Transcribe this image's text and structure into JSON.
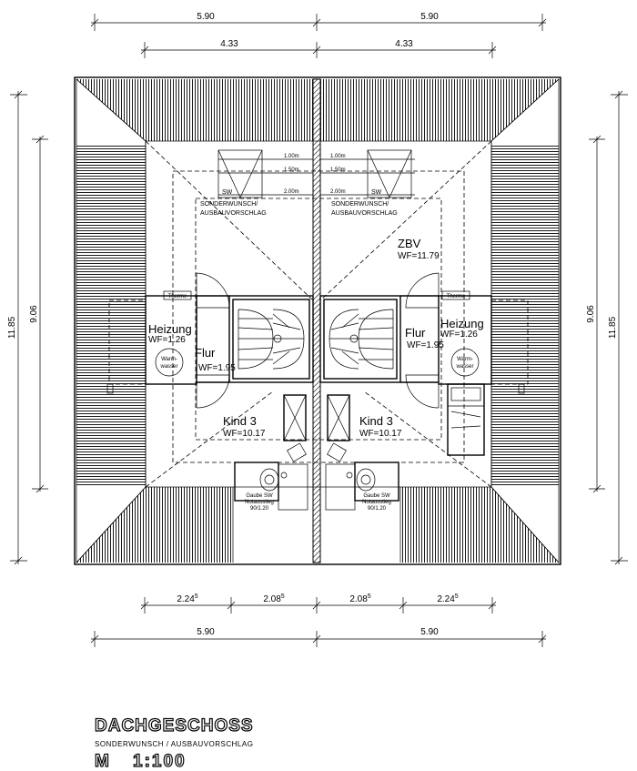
{
  "title": {
    "main": "DACHGESCHOSS",
    "subtitle": "SONDERWUNSCH  /  AUSBAUVORSCHLAG",
    "scale_letter": "M",
    "scale_value": "1:100"
  },
  "dimensions": {
    "top_outer_left": "5.90",
    "top_outer_right": "5.90",
    "top_inner_left": "4.33",
    "top_inner_right": "4.33",
    "left_outer": "11.85",
    "left_inner": "9.06",
    "right_inner": "9.06",
    "right_outer": "11.85",
    "bottom_inner": [
      {
        "value": "2.24",
        "sup": "5"
      },
      {
        "value": "2.08",
        "sup": "5"
      },
      {
        "value": "2.08",
        "sup": "5"
      },
      {
        "value": "2.24",
        "sup": "5"
      }
    ],
    "bottom_outer_left": "5.90",
    "bottom_outer_right": "5.90"
  },
  "height_marks": {
    "left": [
      "1.00m",
      "1.50m",
      "2.00m"
    ],
    "right": [
      "1.00m",
      "1.50m",
      "2.00m"
    ]
  },
  "rooms": {
    "sonderwunsch_left": [
      "SONDERWUNSCH/",
      "AUSBAUVORSCHLAG"
    ],
    "sonderwunsch_right": [
      "SONDERWUNSCH/",
      "AUSBAUVORSCHLAG"
    ],
    "zbv_name": "ZBV",
    "zbv_wf": "WF=11.79",
    "heizung_left_name": "Heizung",
    "heizung_left_wf": "WF=1.26",
    "heizung_right_name": "Heizung",
    "heizung_right_wf": "WF=1.26",
    "flur_left_name": "Flur",
    "flur_left_wf": "WF=1.95",
    "flur_right_name": "Flur",
    "flur_right_wf": "WF=1.95",
    "kind_left_name": "Kind 3",
    "kind_left_wf": "WF=10.17",
    "kind_right_name": "Kind 3",
    "kind_right_wf": "WF=10.17"
  },
  "fixtures": {
    "sw_left": "SW",
    "sw_right": "SW",
    "therme_left": "Therme",
    "therme_right": "Therme",
    "warmwasser_left": [
      "Warm-",
      "wasser"
    ],
    "warmwasser_right": [
      "Warm-",
      "wasser"
    ],
    "gaube_left": [
      "Gaube SW",
      "Notausstieg",
      "90/1.20"
    ],
    "gaube_right": [
      "Gaube SW",
      "Notausstieg",
      "90/1.20"
    ]
  }
}
